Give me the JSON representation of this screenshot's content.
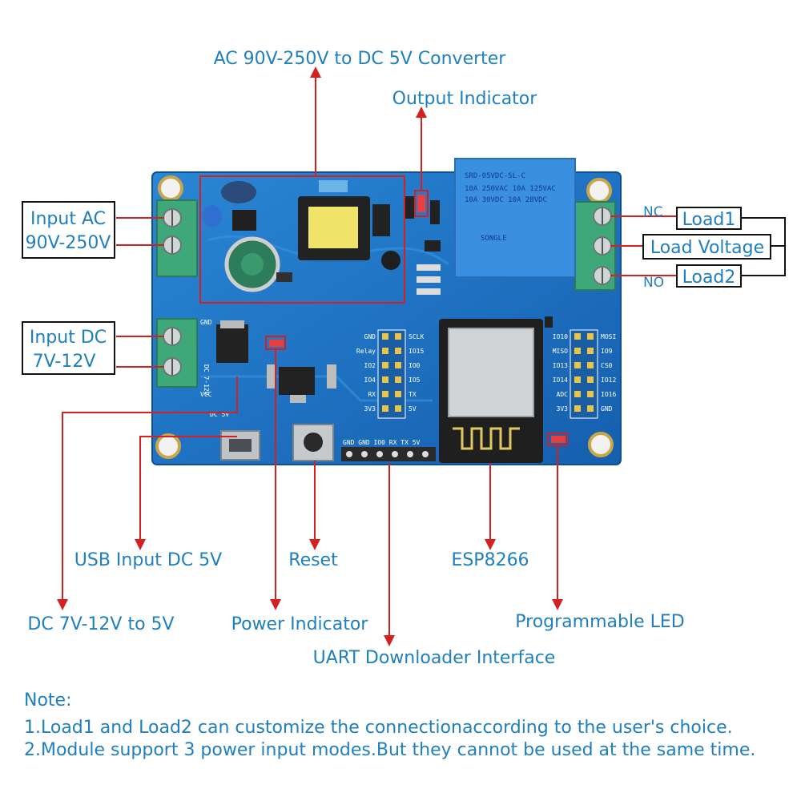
{
  "labels": {
    "ac_converter": "AC 90V-250V to DC 5V Converter",
    "output_indicator": "Output Indicator",
    "input_ac_line1": "Input AC",
    "input_ac_line2": "90V-250V",
    "input_dc_line1": "Input DC",
    "input_dc_line2": "7V-12V",
    "nc": "NC",
    "no": "NO",
    "load1": "Load1",
    "load_voltage": "Load Voltage",
    "load2": "Load2",
    "usb_input": "USB Input DC 5V",
    "reset": "Reset",
    "esp8266": "ESP8266",
    "dc_converter": "DC 7V-12V to 5V",
    "power_indicator": "Power Indicator",
    "programmable_led": "Programmable LED",
    "uart": "UART Downloader Interface"
  },
  "notes": {
    "title": "Note:",
    "line1": "1.Load1 and Load2 can customize the connectionaccording to the user's choice.",
    "line2": "2.Module support 3 power input modes.But they cannot be used at the same time."
  },
  "board": {
    "relay_line1": "SRD-05VDC-SL-C",
    "relay_line2": "10A 250VAC 10A 125VAC",
    "relay_line3": "10A 30VDC 10A 28VDC",
    "relay_brand": "SONGLE",
    "uart_pins": "GND GND IO0 RX TX 5V",
    "left_header_labels": [
      "GND",
      "Relay",
      "IO2",
      "IO4",
      "RX",
      "3V3"
    ],
    "right_header_labels": [
      "SCLK",
      "IO15",
      "IO0",
      "IO5",
      "TX",
      "5V"
    ],
    "spi_left_labels": [
      "IO10",
      "MISO",
      "IO13",
      "IO14",
      "ADC",
      "3V3"
    ],
    "spi_right_labels": [
      "MOSI",
      "IO9",
      "CS0",
      "IO12",
      "IO16",
      "GND"
    ],
    "dc_5v_text": "DC 5V",
    "dc_7_12_text": "DC 7-12V",
    "gnd_text": "GND",
    "vcc_text": "VCC"
  },
  "colors": {
    "label_blue": "#1f7fbf",
    "pointer_red": "#d42020",
    "pcb_blue": "#1e72c4"
  }
}
